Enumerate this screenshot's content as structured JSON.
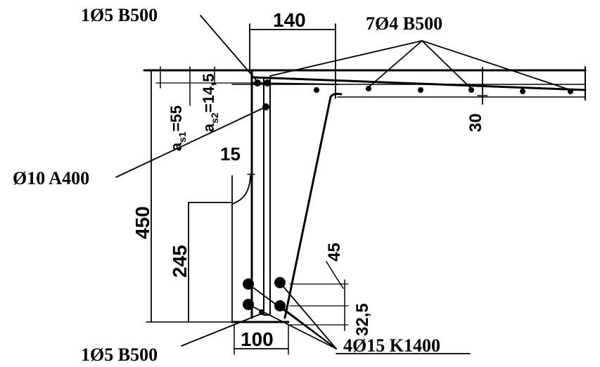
{
  "labels": {
    "top_left_bar": "1Ø5 B500",
    "top_right_bars": "7Ø4 B500",
    "main_bar": "Ø10 A400",
    "bottom_left_bar": "1Ø5 B500",
    "prestress_bars": "4Ø15 K1400"
  },
  "dimensions": {
    "flange_width": "140",
    "cover_a_s1": "a",
    "cover_a_s1_sub": "s1",
    "cover_a_s1_value": "=55",
    "cover_a_s2": "a",
    "cover_a_s2_sub": "s2",
    "cover_a_s2_value": "=14,5",
    "slab_thickness": "30",
    "bend_offset": "15",
    "total_height": "450",
    "lower_height": "245",
    "rib_width": "100",
    "bar_spacing_horizontal": "45",
    "bar_spacing_vertical": "32,5"
  }
}
